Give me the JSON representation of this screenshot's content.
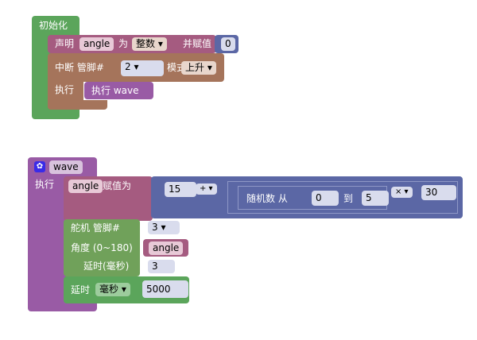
{
  "setup": {
    "title": "初始化",
    "declare": {
      "label": "声明",
      "var": "angle",
      "as": "为",
      "type": "整数 ▾",
      "assign": "并赋值",
      "value": "0"
    },
    "interrupt": {
      "label": "中断 管脚#",
      "pin": "2 ▾",
      "mode_label": "模式",
      "mode": "上升 ▾",
      "exec": "执行",
      "call": "执行  wave"
    }
  },
  "func": {
    "name": "wave",
    "exec": "执行",
    "set": {
      "var": "angle",
      "label": "赋值为",
      "a": "15",
      "op": "+ ▾",
      "random_label": "随机数 从",
      "from": "0",
      "to_label": "到",
      "to": "5",
      "op2": "× ▾",
      "b": "30"
    },
    "servo": {
      "label": "舵机  管脚#",
      "pin": "3 ▾",
      "angle_label": "角度 (0~180)",
      "angle": "angle",
      "delay_label": "延时(毫秒)",
      "delay": "3"
    },
    "delay": {
      "label": "延时",
      "unit": "毫秒 ▾",
      "value": "5000"
    }
  }
}
